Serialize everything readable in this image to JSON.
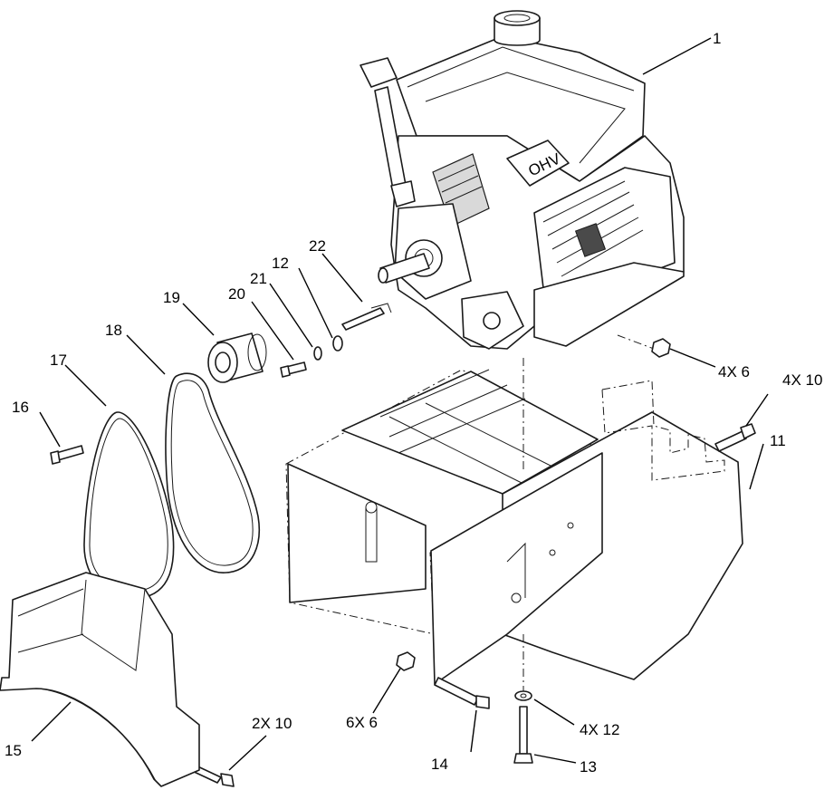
{
  "callouts": [
    {
      "id": "c1",
      "text": "1"
    },
    {
      "id": "c11",
      "text": "11"
    },
    {
      "id": "c12",
      "text": "12"
    },
    {
      "id": "c13",
      "text": "13"
    },
    {
      "id": "c14",
      "text": "14"
    },
    {
      "id": "c15",
      "text": "15"
    },
    {
      "id": "c16",
      "text": "16"
    },
    {
      "id": "c17",
      "text": "17"
    },
    {
      "id": "c18",
      "text": "18"
    },
    {
      "id": "c19",
      "text": "19"
    },
    {
      "id": "c20",
      "text": "20"
    },
    {
      "id": "c21",
      "text": "21"
    },
    {
      "id": "c22",
      "text": "22"
    },
    {
      "id": "c4x6",
      "text": "4X 6"
    },
    {
      "id": "c4x10",
      "text": "4X 10"
    },
    {
      "id": "c4x12",
      "text": "4X 12"
    },
    {
      "id": "c6x6",
      "text": "6X 6"
    },
    {
      "id": "c2x10",
      "text": "2X 10"
    }
  ],
  "engine_badge": "OHV"
}
